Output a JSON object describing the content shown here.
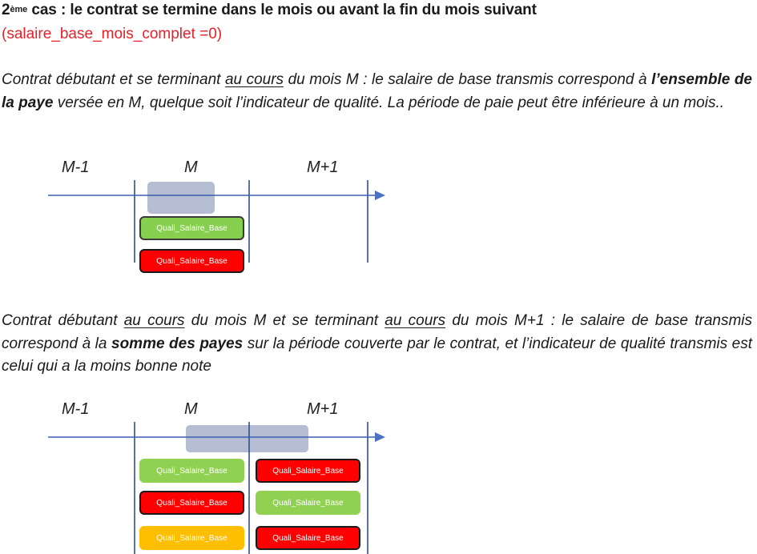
{
  "header": {
    "title_sup": "ème",
    "title_num": "2",
    "title_rest": " cas : le contrat se termine dans le mois ou avant la fin du mois suivant",
    "subtitle": "(salaire_base_mois_complet =0)"
  },
  "para1": {
    "t1": "Contrat débutant et se terminant ",
    "u1": "au cours",
    "t2": " du mois M : le salaire de base transmis correspond à ",
    "b1": "l’ensemble de la paye",
    "t3": " versée en M, quelque soit l’indicateur de qualité. La période de paie peut être inférieure à un mois.."
  },
  "para2": {
    "t1": "Contrat débutant ",
    "u1": "au cours",
    "t2": " du mois M et se terminant ",
    "u2": "au cours",
    "t3": " du mois M+1 : le salaire de base transmis correspond à la ",
    "b1": "somme des payes",
    "t4": " sur la période couverte par le contrat, et l’indicateur de qualité transmis est celui qui a la moins bonne note"
  },
  "months": {
    "prev": "M-1",
    "cur": "M",
    "next": "M+1"
  },
  "quality_label": "Quali_Salaire_Base",
  "colors": {
    "axis": "#2f4f8f",
    "arrow": "#4a72c4",
    "period": "#b1b9d0",
    "green": "#86cf4f",
    "red": "#ff0000",
    "orange": "#ffbe00",
    "subtitle": "#e8202a"
  }
}
